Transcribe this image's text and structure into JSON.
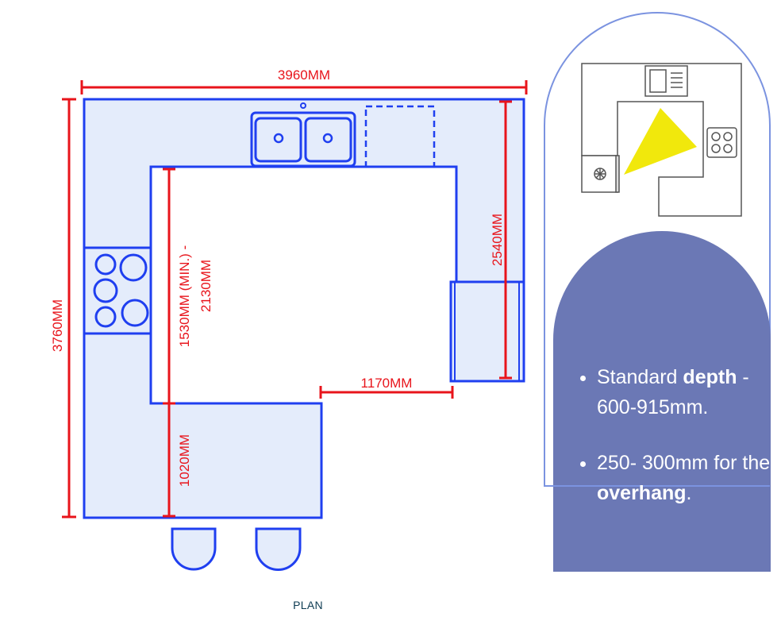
{
  "dimensions": {
    "overall_width": "3960MM",
    "overall_height": "3760MM",
    "right_run": "2540MM",
    "walkway": "1530MM (MIN.) -",
    "walkway_max": "2130MM",
    "peninsula_gap": "1170MM",
    "peninsula_depth": "1020MM"
  },
  "info": {
    "bullet_1": {
      "text": "Standard ",
      "bold": "depth",
      "rest": " - 600-915mm."
    },
    "bullet_2": {
      "text": "250- 300mm for the ",
      "bold": "overhang",
      "rest": "."
    }
  },
  "caption": "PLAN",
  "colors": {
    "plan_stroke": "#1f3ff0",
    "plan_fill": "#e4ecfb",
    "dimension": "#e8141b",
    "panel": "#6b78b5",
    "panel_outline": "#7b93e0",
    "triangle": "#f1e80c"
  }
}
